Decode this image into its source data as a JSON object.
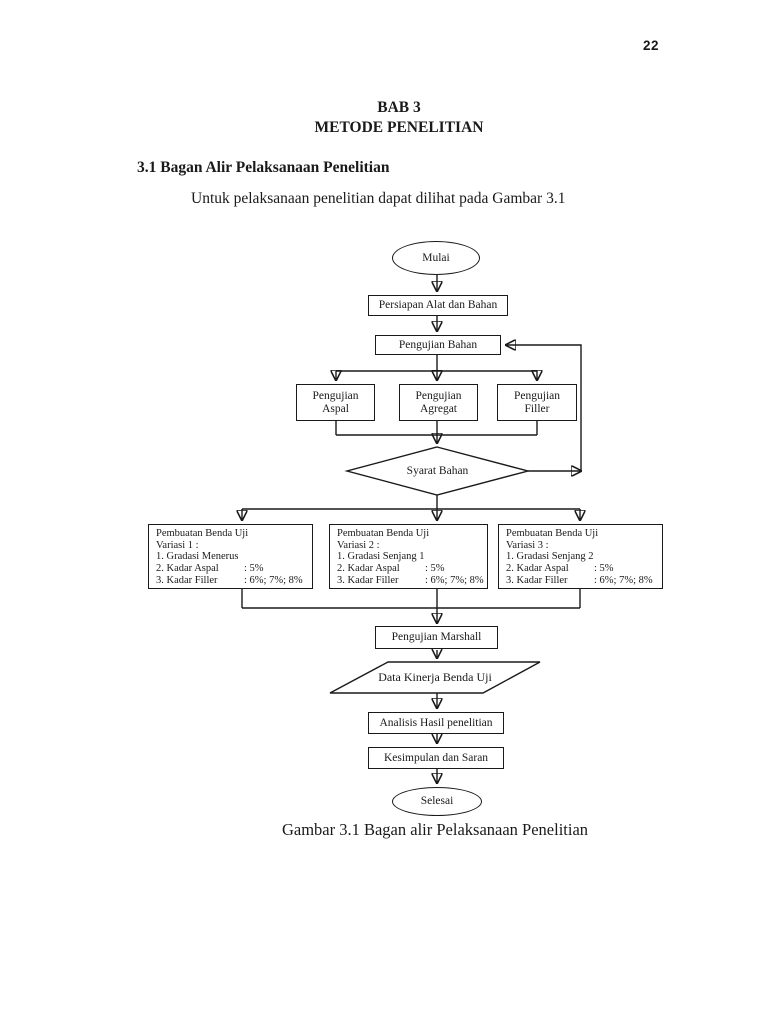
{
  "page": {
    "number": "22",
    "chapter_line1": "BAB 3",
    "chapter_line2": "METODE PENELITIAN",
    "section_heading": "3.1 Bagan Alir Pelaksanaan Penelitian",
    "intro_text": "Untuk pelaksanaan penelitian dapat dilihat pada Gambar 3.1",
    "caption": "Gambar 3.1 Bagan alir Pelaksanaan Penelitian",
    "ink_color": "#1a1a1a",
    "paper_color": "#ffffff"
  },
  "flowchart": {
    "start": "Mulai",
    "prep": "Persiapan Alat dan Bahan",
    "material_test": "Pengujian Bahan",
    "tests": [
      {
        "line1": "Pengujian",
        "line2": "Aspal"
      },
      {
        "line1": "Pengujian",
        "line2": "Agregat"
      },
      {
        "line1": "Pengujian",
        "line2": "Filler"
      }
    ],
    "decision": "Syarat Bahan",
    "specimen_boxes": [
      {
        "line1": "Pembuatan Benda Uji",
        "line2": "Variasi 1 :",
        "line3": "1. Gradasi Menerus",
        "item_aspal_label": "2. Kadar Aspal",
        "item_aspal_value": ": 5%",
        "item_filler_label": "3. Kadar Filler",
        "item_filler_value": ": 6%; 7%; 8%"
      },
      {
        "line1": "Pembuatan Benda Uji",
        "line2": "Variasi 2 :",
        "line3": "1. Gradasi Senjang 1",
        "item_aspal_label": "2. Kadar Aspal",
        "item_aspal_value": ": 5%",
        "item_filler_label": "3. Kadar Filler",
        "item_filler_value": ": 6%; 7%; 8%"
      },
      {
        "line1": "Pembuatan Benda Uji",
        "line2": "Variasi 3 :",
        "line3": "1. Gradasi Senjang 2",
        "item_aspal_label": "2. Kadar Aspal",
        "item_aspal_value": ": 5%",
        "item_filler_label": "3. Kadar Filler",
        "item_filler_value": ": 6%; 7%; 8%"
      }
    ],
    "marshall": "Pengujian Marshall",
    "data_io": "Data Kinerja Benda Uji",
    "analysis": "Analisis Hasil penelitian",
    "conclusion": "Kesimpulan dan Saran",
    "end": "Selesai"
  }
}
